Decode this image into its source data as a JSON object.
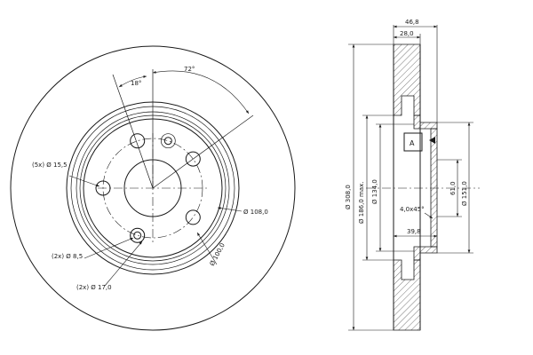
{
  "front_view": {
    "angle_small": "18°",
    "angle_large": "72°",
    "bolt_holes_label": "(5x) Ø 15,5",
    "pin_holes_label": "(2x) Ø 8,5",
    "pin_holes_large_label": "(2x) Ø 17,0",
    "hub_diameter_label": "Ø 108,0",
    "pcd_label": "Ø 100,0"
  },
  "section_view": {
    "total_width": "46,8",
    "disc_thickness": "28,0",
    "outer_diameter": "Ø 308,0",
    "friction_inner_diameter": "Ø 186,0 max.",
    "hat_diameter": "Ø 134,0",
    "center_bore_depth": "61,0",
    "center_bore_diameter": "Ø 151,0",
    "chamfer": "4,0x45°",
    "hat_height": "39,8",
    "datum_label": "A"
  },
  "colors": {
    "line": "#1a1a1a",
    "background": "#ffffff"
  }
}
